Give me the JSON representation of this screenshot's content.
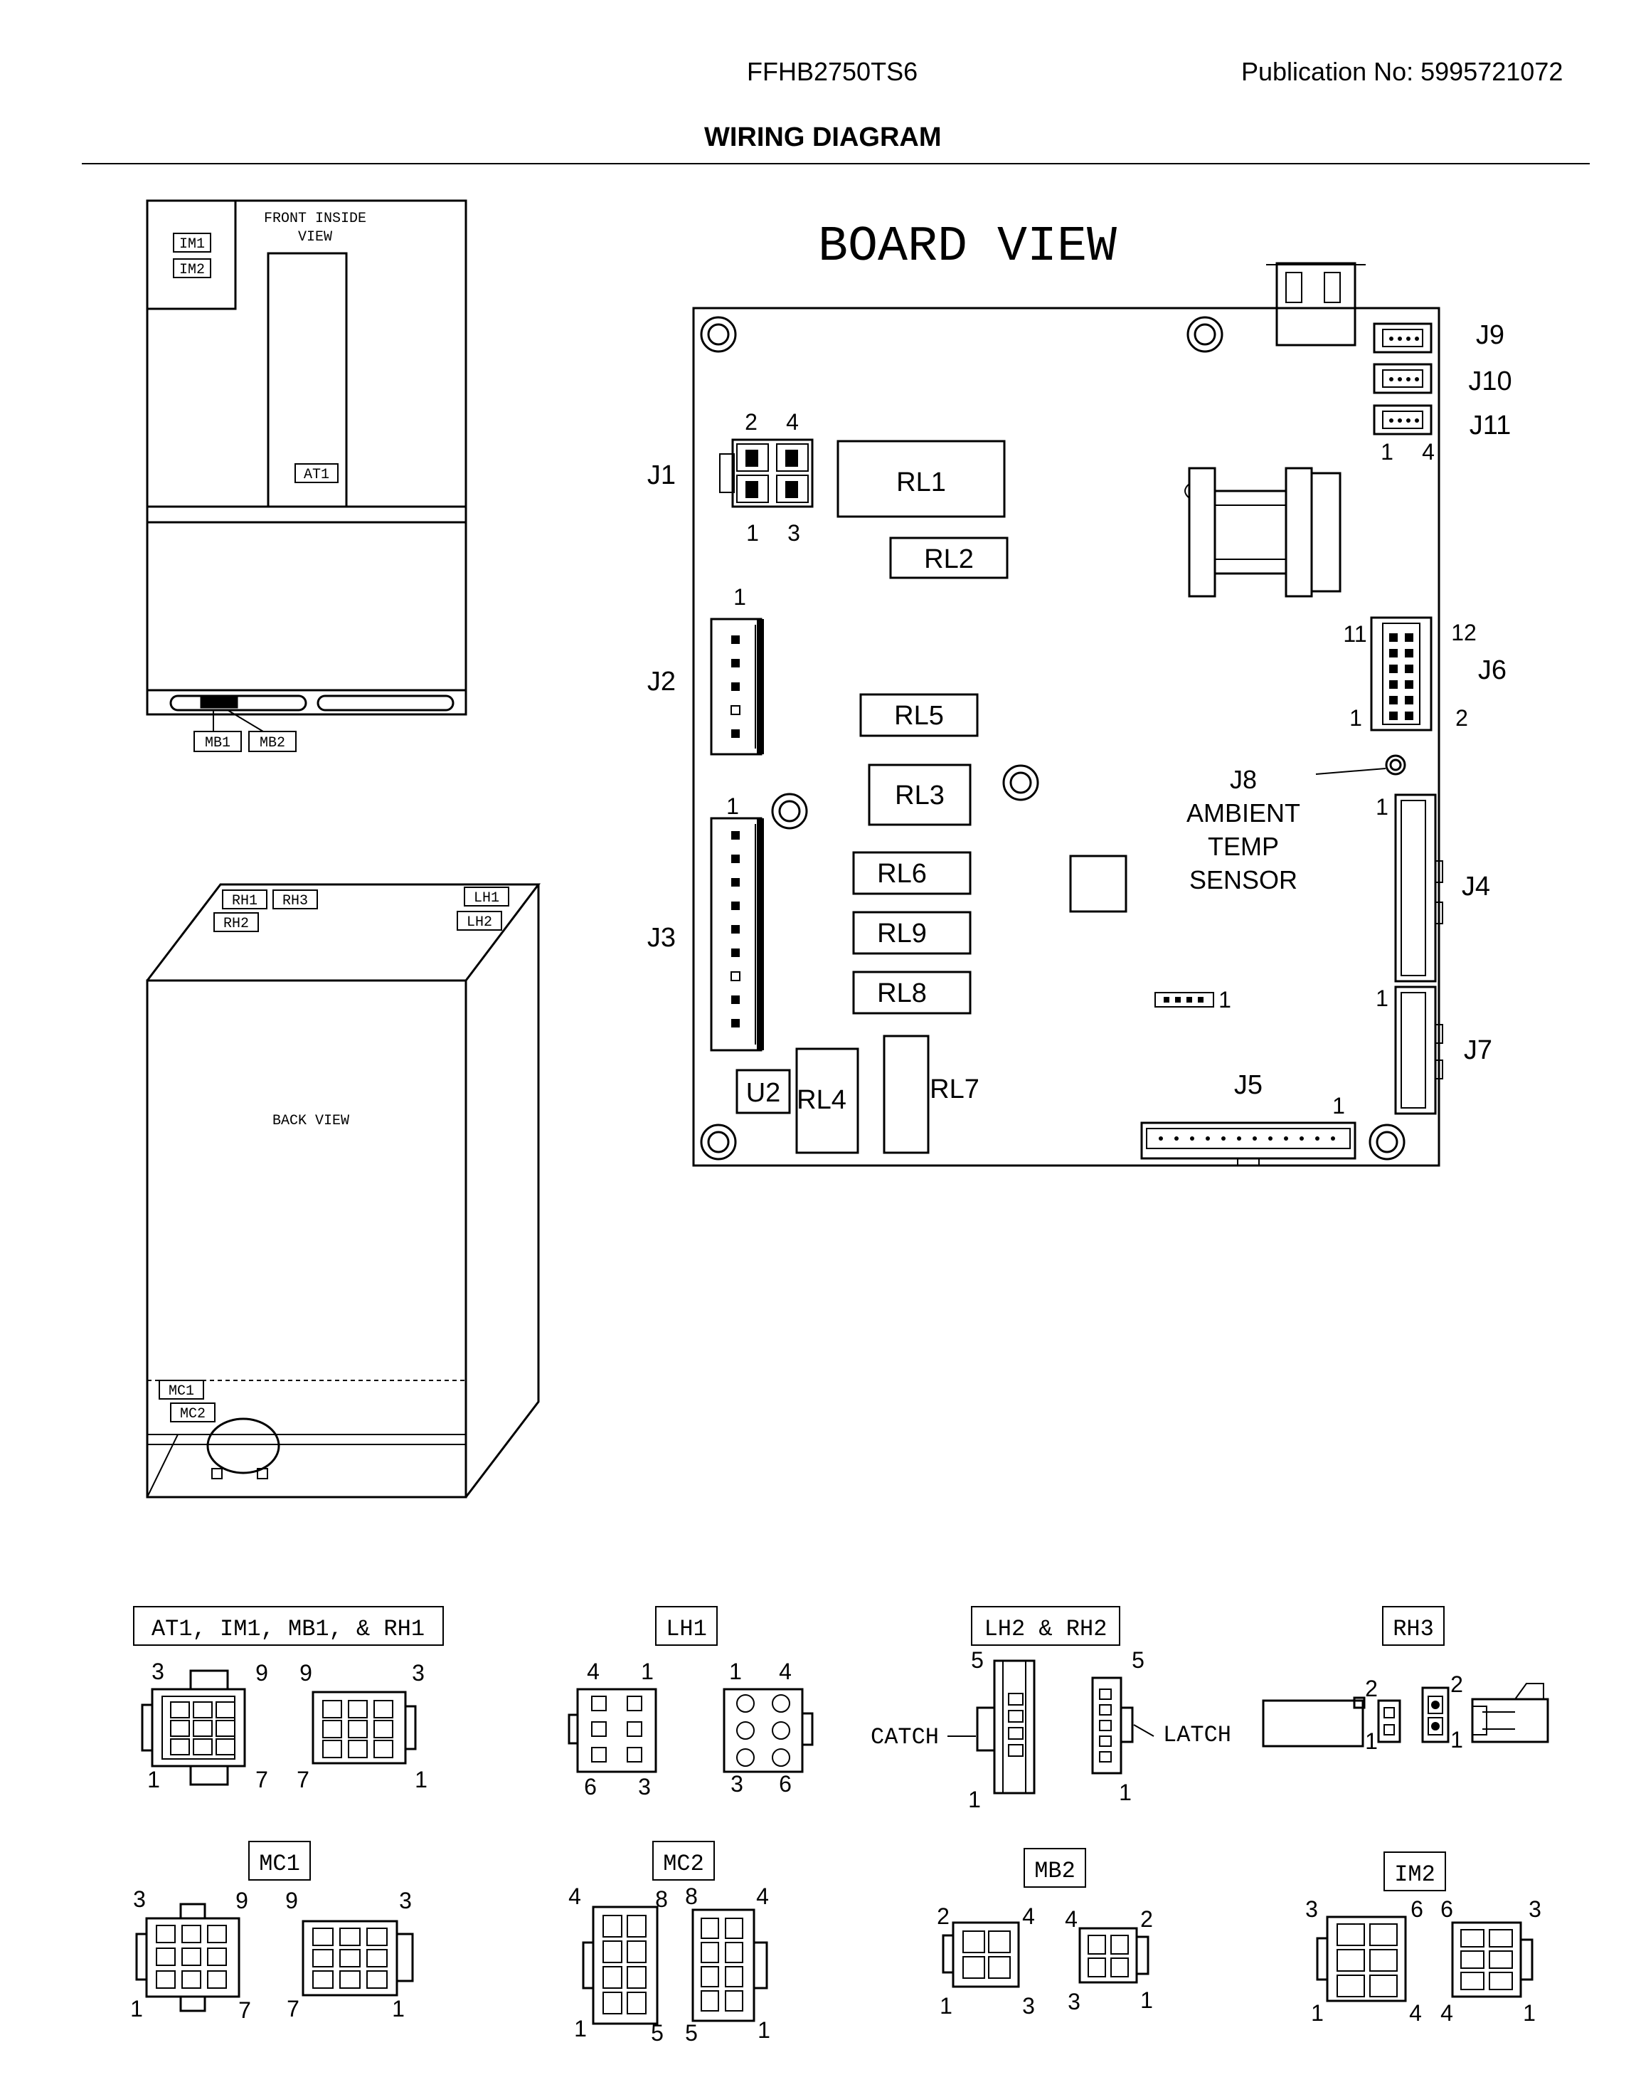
{
  "header": {
    "model": "FFHB2750TS6",
    "publication": "Publication No:  5995721072",
    "title": "WIRING DIAGRAM"
  },
  "front_view": {
    "title_line1": "FRONT INSIDE",
    "title_line2": "VIEW",
    "labels": [
      "IM1",
      "IM2",
      "AT1",
      "MB1",
      "MB2"
    ]
  },
  "back_view": {
    "title": "BACK VIEW",
    "labels": [
      "RH1",
      "RH3",
      "RH2",
      "LH1",
      "LH2",
      "MC1",
      "MC2"
    ]
  },
  "board": {
    "title": "BOARD VIEW",
    "relays": [
      "RL1",
      "RL2",
      "RL5",
      "RL3",
      "RL6",
      "RL9",
      "RL8",
      "RL4",
      "RL7"
    ],
    "u2": "U2",
    "connectors": [
      "J1",
      "J2",
      "J3",
      "J4",
      "J5",
      "J6",
      "J7",
      "J9",
      "J10",
      "J11"
    ],
    "j8": [
      "J8",
      "AMBIENT",
      "TEMP",
      "SENSOR"
    ],
    "pins": {
      "j1_top": [
        "2",
        "4"
      ],
      "j1_bottom": [
        "1",
        "3"
      ],
      "j2": "1",
      "j3": "1",
      "j4": "1",
      "j7": "1",
      "j5": "1",
      "j11": [
        "1",
        "4"
      ],
      "j6": [
        "11",
        "12",
        "1",
        "2"
      ],
      "small": "1"
    }
  },
  "connectors_legend": [
    {
      "label": "AT1,  IM1,  MB1,  & RH1",
      "pins_left": [
        "3",
        "9",
        "1",
        "7"
      ],
      "pins_right": [
        "9",
        "3",
        "7",
        "1"
      ]
    },
    {
      "label": "LH1",
      "pins_left": [
        "4",
        "1",
        "6",
        "3"
      ],
      "pins_right": [
        "1",
        "4",
        "3",
        "6"
      ]
    },
    {
      "label": "LH2  &  RH2",
      "pins_left": [
        "5",
        "1"
      ],
      "pins_right": [
        "5",
        "1"
      ],
      "catch": "CATCH",
      "latch": "LATCH"
    },
    {
      "label": "RH3",
      "pins_left": [
        "2",
        "1"
      ],
      "pins_right": [
        "2",
        "1"
      ]
    },
    {
      "label": "MC1",
      "pins_left": [
        "3",
        "9",
        "1",
        "7"
      ],
      "pins_right": [
        "9",
        "3",
        "7",
        "1"
      ]
    },
    {
      "label": "MC2",
      "pins_left": [
        "4",
        "8",
        "1",
        "5"
      ],
      "pins_right": [
        "8",
        "4",
        "5",
        "1"
      ]
    },
    {
      "label": "MB2",
      "pins_left": [
        "2",
        "4",
        "1",
        "3"
      ],
      "pins_right": [
        "4",
        "2",
        "3",
        "1"
      ]
    },
    {
      "label": "IM2",
      "pins_left": [
        "3",
        "6",
        "1",
        "4"
      ],
      "pins_right": [
        "6",
        "3",
        "4",
        "1"
      ]
    }
  ]
}
